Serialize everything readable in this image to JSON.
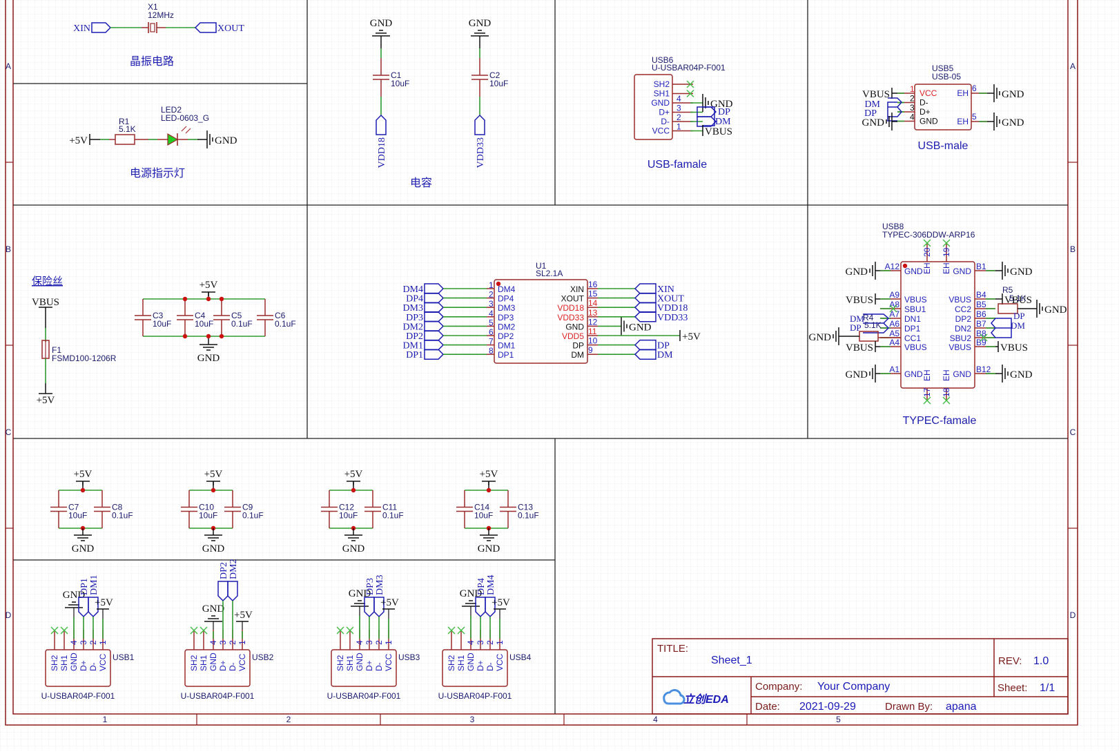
{
  "app": {
    "name": "立创EDA",
    "logo_text": "立创EDA"
  },
  "frame": {
    "columns": [
      "1",
      "2",
      "3",
      "4",
      "5"
    ],
    "rows": [
      "A",
      "B",
      "C",
      "D"
    ]
  },
  "crystal": {
    "ref": "X1",
    "value": "12MHz",
    "left_net": "XIN",
    "right_net": "XOUT",
    "caption": "晶振电路"
  },
  "power_led": {
    "resistor": {
      "ref": "R1",
      "value": "5.1K"
    },
    "led": {
      "ref": "LED2",
      "value": "LED-0603_G"
    },
    "supply": "+5V",
    "ground": "GND",
    "caption": "电源指示灯"
  },
  "capacitors_top": {
    "items": [
      {
        "ref": "C1",
        "value": "10uF",
        "gnd": "GND",
        "net": "VDD18"
      },
      {
        "ref": "C2",
        "value": "10uF",
        "gnd": "GND",
        "net": "VDD33"
      }
    ],
    "caption": "电容"
  },
  "usb6": {
    "ref": "USB6",
    "part": "U-USBAR04P-F001",
    "pins": [
      {
        "name": "SH2",
        "num": "",
        "net": "nc"
      },
      {
        "name": "SH1",
        "num": "",
        "net": "nc"
      },
      {
        "name": "GND",
        "num": "4",
        "net": "GND"
      },
      {
        "name": "D+",
        "num": "3",
        "net": "DP"
      },
      {
        "name": "D-",
        "num": "2",
        "net": "DM"
      },
      {
        "name": "VCC",
        "num": "1",
        "net": "VBUS"
      }
    ],
    "caption": "USB-famale"
  },
  "usb5": {
    "ref": "USB5",
    "part": "USB-05",
    "left_pins": [
      {
        "name": "VCC",
        "num": "1",
        "net": "VBUS",
        "red": true
      },
      {
        "name": "D-",
        "num": "2",
        "net": "DM"
      },
      {
        "name": "D+",
        "num": "3",
        "net": "DP"
      },
      {
        "name": "GND",
        "num": "4",
        "net": "GND"
      }
    ],
    "right_pins": [
      {
        "name": "EH",
        "num": "6",
        "net": "GND"
      },
      {
        "name": "EH",
        "num": "5",
        "net": "GND"
      }
    ],
    "caption": "USB-male"
  },
  "fuse": {
    "caption": "保险丝",
    "ref": "F1",
    "value": "FSMD100-1206R",
    "top_net": "VBUS",
    "bottom_net": "+5V"
  },
  "bulk_caps": {
    "supply": "+5V",
    "ground": "GND",
    "items": [
      {
        "ref": "C3",
        "value": "10uF"
      },
      {
        "ref": "C4",
        "value": "10uF"
      },
      {
        "ref": "C5",
        "value": "0.1uF"
      },
      {
        "ref": "C6",
        "value": "0.1uF"
      }
    ]
  },
  "u1": {
    "ref": "U1",
    "part": "SL2.1A",
    "left_pins": [
      {
        "num": "1",
        "name": "DM4",
        "net": "DM4"
      },
      {
        "num": "2",
        "name": "DP4",
        "net": "DP4"
      },
      {
        "num": "3",
        "name": "DM3",
        "net": "DM3"
      },
      {
        "num": "4",
        "name": "DP3",
        "net": "DP3"
      },
      {
        "num": "5",
        "name": "DM2",
        "net": "DM2"
      },
      {
        "num": "6",
        "name": "DP2",
        "net": "DP2"
      },
      {
        "num": "7",
        "name": "DM1",
        "net": "DM1"
      },
      {
        "num": "8",
        "name": "DP1",
        "net": "DP1"
      }
    ],
    "right_pins": [
      {
        "num": "16",
        "name": "XIN",
        "net": "XIN",
        "red": false
      },
      {
        "num": "15",
        "name": "XOUT",
        "net": "XOUT",
        "red": false
      },
      {
        "num": "14",
        "name": "VDD18",
        "net": "VDD18",
        "red": true
      },
      {
        "num": "13",
        "name": "VDD33",
        "net": "VDD33",
        "red": true
      },
      {
        "num": "12",
        "name": "GND",
        "net": "GND",
        "red": false
      },
      {
        "num": "11",
        "name": "VDD5",
        "net": "+5V",
        "red": true
      },
      {
        "num": "10",
        "name": "DP",
        "net": "DP",
        "red": false
      },
      {
        "num": "9",
        "name": "DM",
        "net": "DM",
        "red": false
      }
    ]
  },
  "usb8": {
    "ref": "USB8",
    "part": "TYPEC-306DDW-ARP16",
    "top_pins": [
      "20",
      "19"
    ],
    "bottom_pins": [
      "17",
      "18"
    ],
    "eh_label": "EH",
    "left_pins": [
      {
        "num": "A12",
        "name": "GND",
        "net": "GND"
      },
      {
        "num": "A9",
        "name": "VBUS",
        "net": "VBUS"
      },
      {
        "num": "A8",
        "name": "SBU1",
        "net": "nc"
      },
      {
        "num": "A7",
        "name": "DN1",
        "net": "DM"
      },
      {
        "num": "A6",
        "name": "DP1",
        "net": "DP"
      },
      {
        "num": "A5",
        "name": "CC1",
        "net": "R4"
      },
      {
        "num": "A4",
        "name": "VBUS",
        "net": "VBUS"
      },
      {
        "num": "A1",
        "name": "GND",
        "net": "GND"
      }
    ],
    "right_pins": [
      {
        "num": "B1",
        "name": "GND",
        "net": "GND"
      },
      {
        "num": "B4",
        "name": "VBUS",
        "net": "VBUS"
      },
      {
        "num": "B5",
        "name": "CC2",
        "net": "R5"
      },
      {
        "num": "B6",
        "name": "DP2",
        "net": "DP"
      },
      {
        "num": "B7",
        "name": "DN2",
        "net": "DM"
      },
      {
        "num": "B8",
        "name": "SBU2",
        "net": "nc"
      },
      {
        "num": "B9",
        "name": "VBUS",
        "net": "VBUS"
      },
      {
        "num": "B12",
        "name": "GND",
        "net": "GND"
      }
    ],
    "r4": {
      "ref": "R4",
      "value": "5.1K"
    },
    "r5": {
      "ref": "R5",
      "value": "5.1K"
    },
    "caption": "TYPEC-famale"
  },
  "decoupling": [
    {
      "supply": "+5V",
      "ground": "GND",
      "caps": [
        {
          "ref": "C7",
          "value": "10uF"
        },
        {
          "ref": "C8",
          "value": "0.1uF"
        }
      ]
    },
    {
      "supply": "+5V",
      "ground": "GND",
      "caps": [
        {
          "ref": "C10",
          "value": "10uF"
        },
        {
          "ref": "C9",
          "value": "0.1uF"
        }
      ]
    },
    {
      "supply": "+5V",
      "ground": "GND",
      "caps": [
        {
          "ref": "C12",
          "value": "10uF"
        },
        {
          "ref": "C11",
          "value": "0.1uF"
        }
      ]
    },
    {
      "supply": "+5V",
      "ground": "GND",
      "caps": [
        {
          "ref": "C14",
          "value": "10uF"
        },
        {
          "ref": "C13",
          "value": "0.1uF"
        }
      ]
    }
  ],
  "usb_ports": [
    {
      "ref": "USB1",
      "part": "U-USBAR04P-F001",
      "dp": "DP1",
      "dm": "DM1",
      "gnd": "GND",
      "vcc": "+5V"
    },
    {
      "ref": "USB2",
      "part": "U-USBAR04P-F001",
      "dp": "DP2",
      "dm": "DM2",
      "gnd": "GND",
      "vcc": "+5V"
    },
    {
      "ref": "USB3",
      "part": "U-USBAR04P-F001",
      "dp": "DP3",
      "dm": "DM3",
      "gnd": "GND",
      "vcc": "+5V"
    },
    {
      "ref": "USB4",
      "part": "U-USBAR04P-F001",
      "dp": "DP4",
      "dm": "DM4",
      "gnd": "GND",
      "vcc": "+5V"
    }
  ],
  "usb_port_pins": [
    {
      "name": "SH2",
      "num": ""
    },
    {
      "name": "SH1",
      "num": ""
    },
    {
      "name": "GND",
      "num": "4"
    },
    {
      "name": "D+",
      "num": "3"
    },
    {
      "name": "D-",
      "num": "2"
    },
    {
      "name": "VCC",
      "num": "1"
    }
  ],
  "title_block": {
    "title_label": "TITLE:",
    "title": "Sheet_1",
    "rev_label": "REV:",
    "rev": "1.0",
    "company_label": "Company:",
    "company": "Your Company",
    "sheet_label": "Sheet:",
    "sheet": "1/1",
    "date_label": "Date:",
    "date": "2021-09-29",
    "drawn_label": "Drawn By:",
    "drawn": "apana"
  }
}
